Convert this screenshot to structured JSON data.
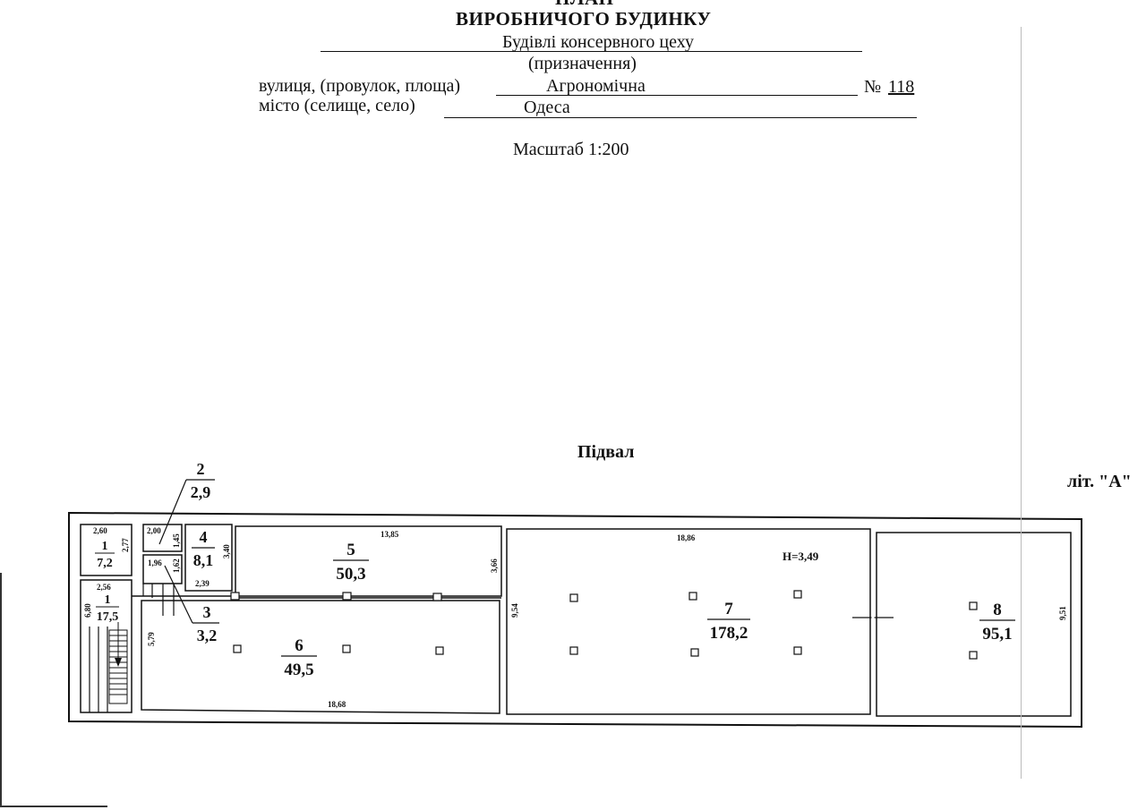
{
  "header": {
    "title_top": "ПЛАН",
    "title": "ВИРОБНИЧОГО БУДИНКУ",
    "building": "Будівлі консервного цеху",
    "purpose_caption": "(призначення)",
    "street_label": "вулиця, (провулок, площа)",
    "street": "Агрономічна",
    "number_label": "№",
    "number": "118",
    "city_label": "місто (селище, село)",
    "city": "Одеса",
    "scale": "Масштаб 1:200"
  },
  "section_title": "Підвал",
  "letter": "літ. \"А\"",
  "rooms": [
    {
      "id": "r1a",
      "no": "1",
      "area": "7,2"
    },
    {
      "id": "r1b",
      "no": "1",
      "area": "17,5"
    },
    {
      "id": "r2",
      "no": "2",
      "area": "2,9"
    },
    {
      "id": "r3",
      "no": "3",
      "area": "3,2"
    },
    {
      "id": "r4",
      "no": "4",
      "area": "8,1"
    },
    {
      "id": "r5",
      "no": "5",
      "area": "50,3"
    },
    {
      "id": "r6",
      "no": "6",
      "area": "49,5"
    },
    {
      "id": "r7",
      "no": "7",
      "area": "178,2"
    },
    {
      "id": "r8",
      "no": "8",
      "area": "95,1"
    }
  ],
  "dimensions": {
    "d_260": "2,60",
    "d_277": "2,77",
    "d_256": "2,56",
    "d_680": "6,80",
    "d_200": "2,00",
    "d_145": "1,45",
    "d_196": "1,96",
    "d_162": "1,62",
    "d_340": "3,40",
    "d_239": "2,39",
    "d_1385": "13,85",
    "d_366": "3,66",
    "d_579": "5,79",
    "d_1868": "18,68",
    "d_954": "9,54",
    "d_1886": "18,86",
    "d_951": "9,51"
  },
  "height_note": "Н=3,49"
}
